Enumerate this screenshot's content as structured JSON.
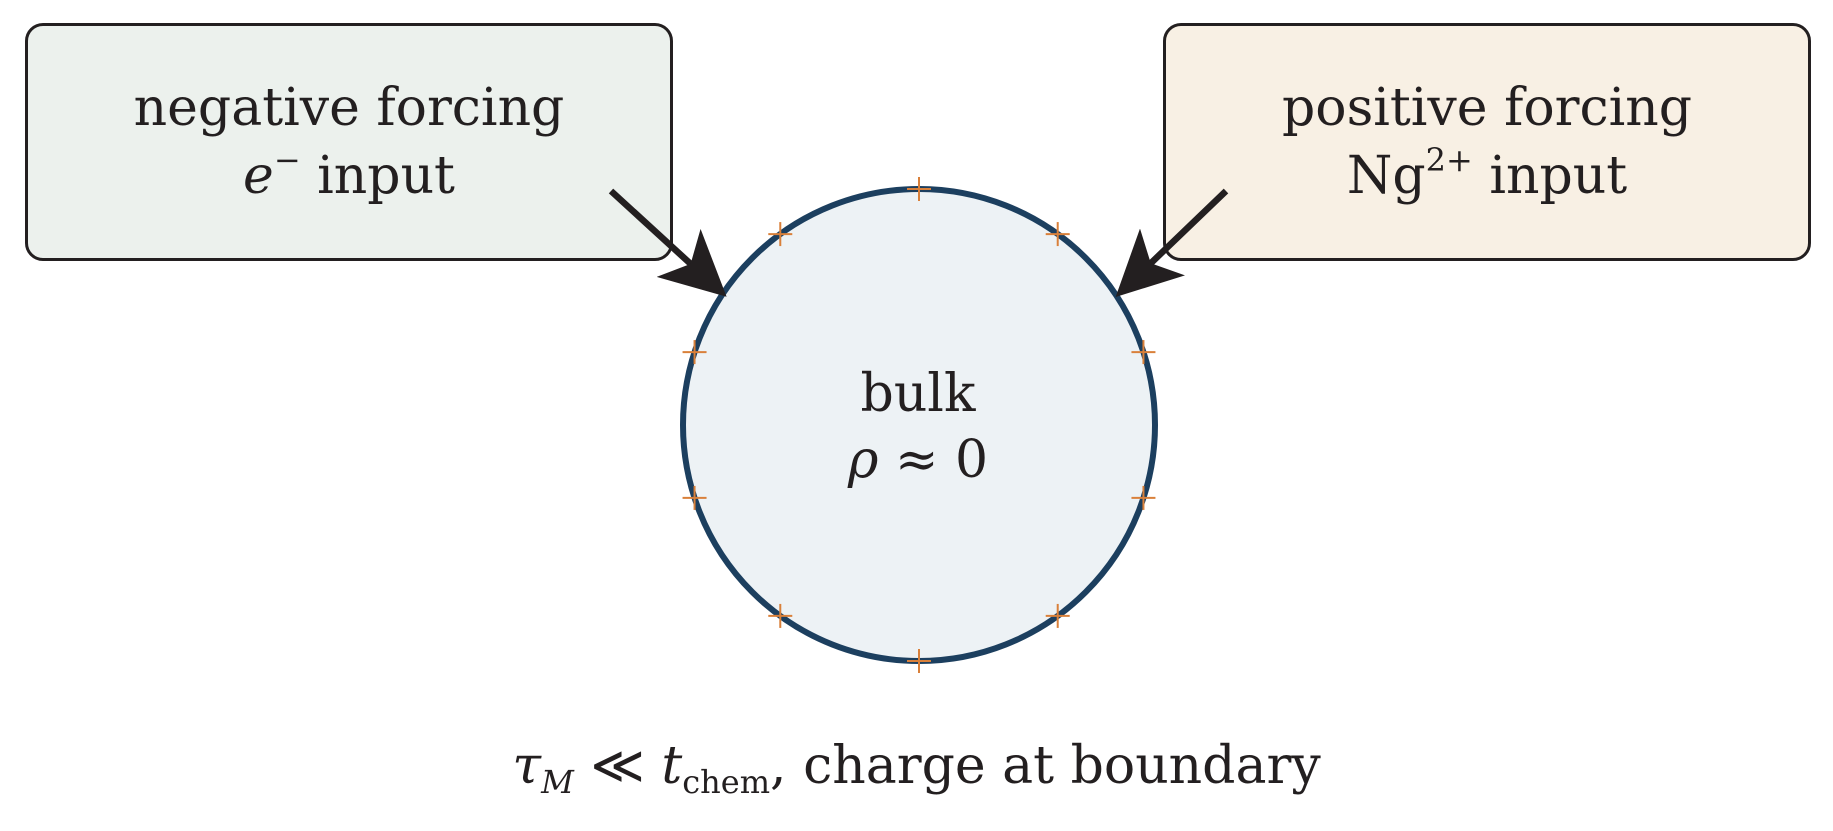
{
  "colors": {
    "ink": "#231f20",
    "negative_box_fill": "#ecf1ed",
    "positive_box_fill": "#f8f0e4",
    "bulk_fill": "#edf2f5",
    "bulk_stroke": "#1c3f5f",
    "boundary_marker": "#d9803a"
  },
  "negative_box": {
    "line1": "negative forcing",
    "line2_symbol": "e",
    "line2_superscript": "−",
    "line2_text": " input"
  },
  "positive_box": {
    "line1": "positive forcing",
    "line2_symbol": "Ng",
    "line2_superscript": "2+",
    "line2_text": " input"
  },
  "bulk": {
    "label": "bulk",
    "formula_symbol": "ρ",
    "formula_rest": " ≈ 0"
  },
  "caption": {
    "tau": "τ",
    "tau_subscript": "M",
    "relation": " ≪ ",
    "t": "t",
    "t_subscript": "chem",
    "rest": ", charge at boundary"
  },
  "boundary_markers": {
    "count": 10,
    "symbol": "+"
  }
}
